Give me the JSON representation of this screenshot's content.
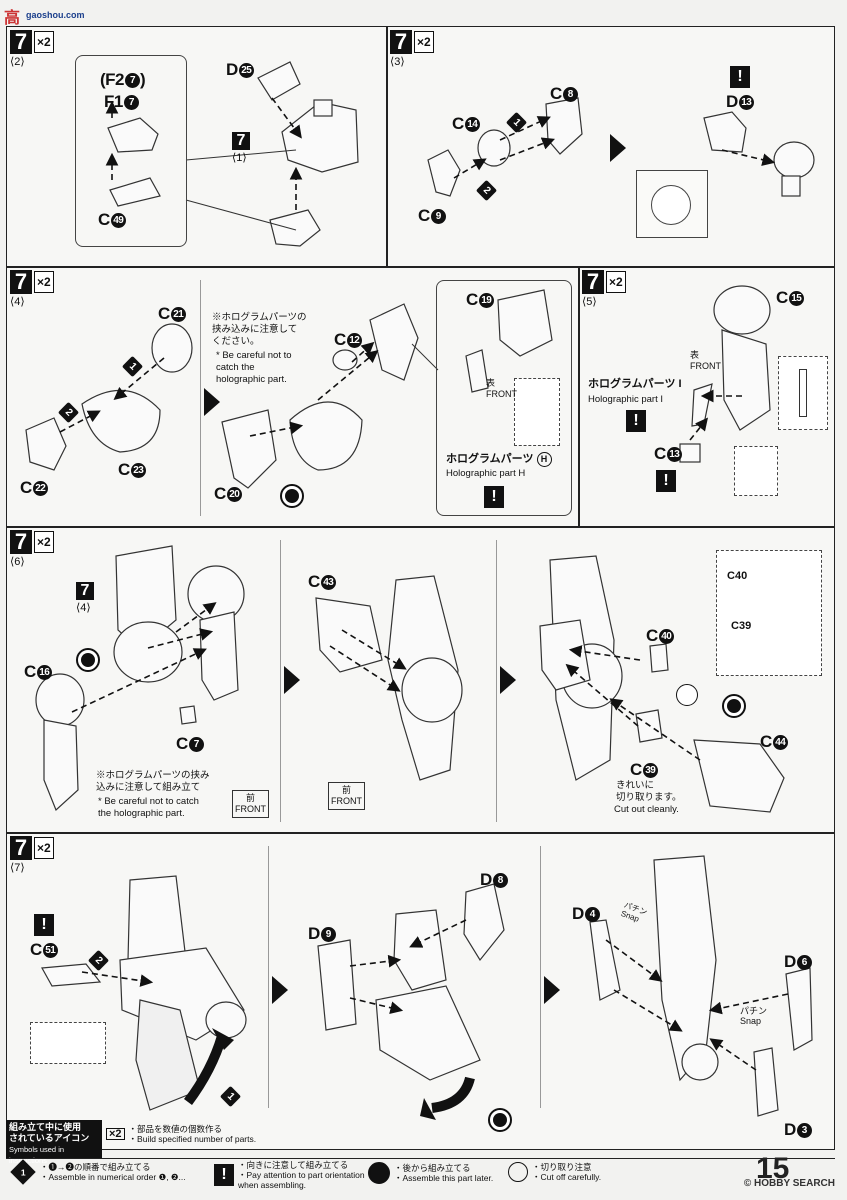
{
  "watermark": {
    "site_cn": "高",
    "site_url": "gaoshou.com"
  },
  "steps": {
    "s1": {
      "num": "7",
      "mult": "×2",
      "sub": "⟨2⟩",
      "labels": {
        "f2": "(F2",
        "f2n": "7",
        "f2end": ")",
        "f1": "F1",
        "f1n": "7",
        "c49": "C",
        "c49n": "49",
        "d25": "D",
        "d25n": "25",
        "ref_num": "7",
        "ref_sub": "⟨1⟩"
      }
    },
    "s2": {
      "num": "7",
      "mult": "×2",
      "sub": "⟨3⟩",
      "labels": {
        "c14": "C",
        "c14n": "14",
        "c8": "C",
        "c8n": "8",
        "c9": "C",
        "c9n": "9",
        "d13": "D",
        "d13n": "13",
        "o1": "1",
        "o2": "2"
      }
    },
    "s3": {
      "num": "7",
      "mult": "×2",
      "sub": "⟨4⟩",
      "labels": {
        "c21": "C",
        "c21n": "21",
        "c23": "C",
        "c23n": "23",
        "c22": "C",
        "c22n": "22",
        "c12": "C",
        "c12n": "12",
        "c20": "C",
        "c20n": "20",
        "c19": "C",
        "c19n": "19"
      },
      "note_jp": "※ホログラムパーツの\n挟み込みに注意して\nください。",
      "note_en": "* Be careful not to\ncatch the\nholographic part.",
      "holo_jp": "ホログラムパーツ",
      "holo_en": "Holographic part",
      "holo_letter": "H",
      "front": "FRONT",
      "front_jp": "表"
    },
    "s4": {
      "num": "7",
      "mult": "×2",
      "sub": "⟨5⟩",
      "labels": {
        "c15": "C",
        "c15n": "15",
        "c13": "C",
        "c13n": "13"
      },
      "holo_jp": "ホログラムパーツ",
      "holo_en": "Holographic part",
      "holo_letter": "I",
      "front": "FRONT",
      "front_jp": "表"
    },
    "s5": {
      "num": "7",
      "mult": "×2",
      "sub": "⟨6⟩",
      "labels": {
        "ref_num": "7",
        "ref_sub": "⟨4⟩",
        "c16": "C",
        "c16n": "16",
        "c7": "C",
        "c7n": "7",
        "c43": "C",
        "c43n": "43",
        "c40": "C",
        "c40n": "40",
        "c39": "C",
        "c39n": "39",
        "c44": "C",
        "c44n": "44",
        "i_c40": "C",
        "i_c40n": "40",
        "i_c39": "C",
        "i_c39n": "39"
      },
      "note_jp": "※ホログラムパーツの挟み\n込みに注意して組み立て",
      "note_en": "* Be careful not to catch\nthe holographic part.",
      "front": "FRONT",
      "front_jp": "前",
      "cut_jp": "きれいに\n切り取ります。",
      "cut_en": "Cut out cleanly."
    },
    "s6": {
      "num": "7",
      "mult": "×2",
      "sub": "⟨7⟩",
      "labels": {
        "c51": "C",
        "c51n": "51",
        "d8": "D",
        "d8n": "8",
        "d9": "D",
        "d9n": "9",
        "d4": "D",
        "d4n": "4",
        "d6": "D",
        "d6n": "6",
        "d3": "D",
        "d3n": "3",
        "o1": "1",
        "o2": "2"
      },
      "snap1": "パチン\nSnap",
      "snap2": "パチン\nSnap"
    }
  },
  "legend": {
    "title_jp": "組み立て中に使用\nされているアイコン",
    "title_en": "Symbols used in instructions",
    "x2_jp": "・部品を数値の個数作る",
    "x2_en": "・Build specified number of parts.",
    "order_jp": "・❶→❷の順番で組み立てる",
    "order_en": "・Assemble in numerical order ❶, ❷...",
    "warn_jp": "・向きに注意して組み立てる",
    "warn_en": "・Pay attention to part orientation\nwhen assembling.",
    "later_jp": "・後から組み立てる",
    "later_en": "・Assemble this part later.",
    "cut_jp": "・切り取り注意",
    "cut_en": "・Cut off carefully.",
    "x2_icon": "×2",
    "order_icon": "1",
    "warn_icon": "!"
  },
  "page_number": "15",
  "watermark_right": "© HOBBY SEARCH"
}
